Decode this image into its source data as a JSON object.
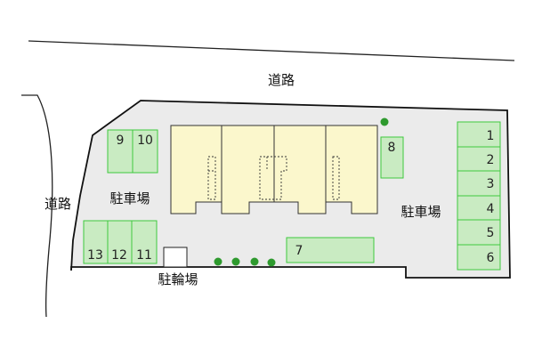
{
  "labels": {
    "road_top": "道路",
    "road_left": "道路",
    "parking_left": "駐車場",
    "parking_right": "駐車場",
    "bicycle_parking": "駐輪場"
  },
  "parking_spaces": {
    "top_left": [
      "9",
      "10"
    ],
    "bottom_left": [
      "13",
      "12",
      "11"
    ],
    "center_right": "8",
    "bottom_center": "7",
    "right_column": [
      "1",
      "2",
      "3",
      "4",
      "5",
      "6"
    ]
  },
  "colors": {
    "lot": "#ebebeb",
    "lot_border": "#111111",
    "parking_fill": "#c9ebc2",
    "parking_border": "#3ec83e",
    "building_fill": "#fbf7cc",
    "building_border": "#333333",
    "tree": "#2e9a2e"
  }
}
